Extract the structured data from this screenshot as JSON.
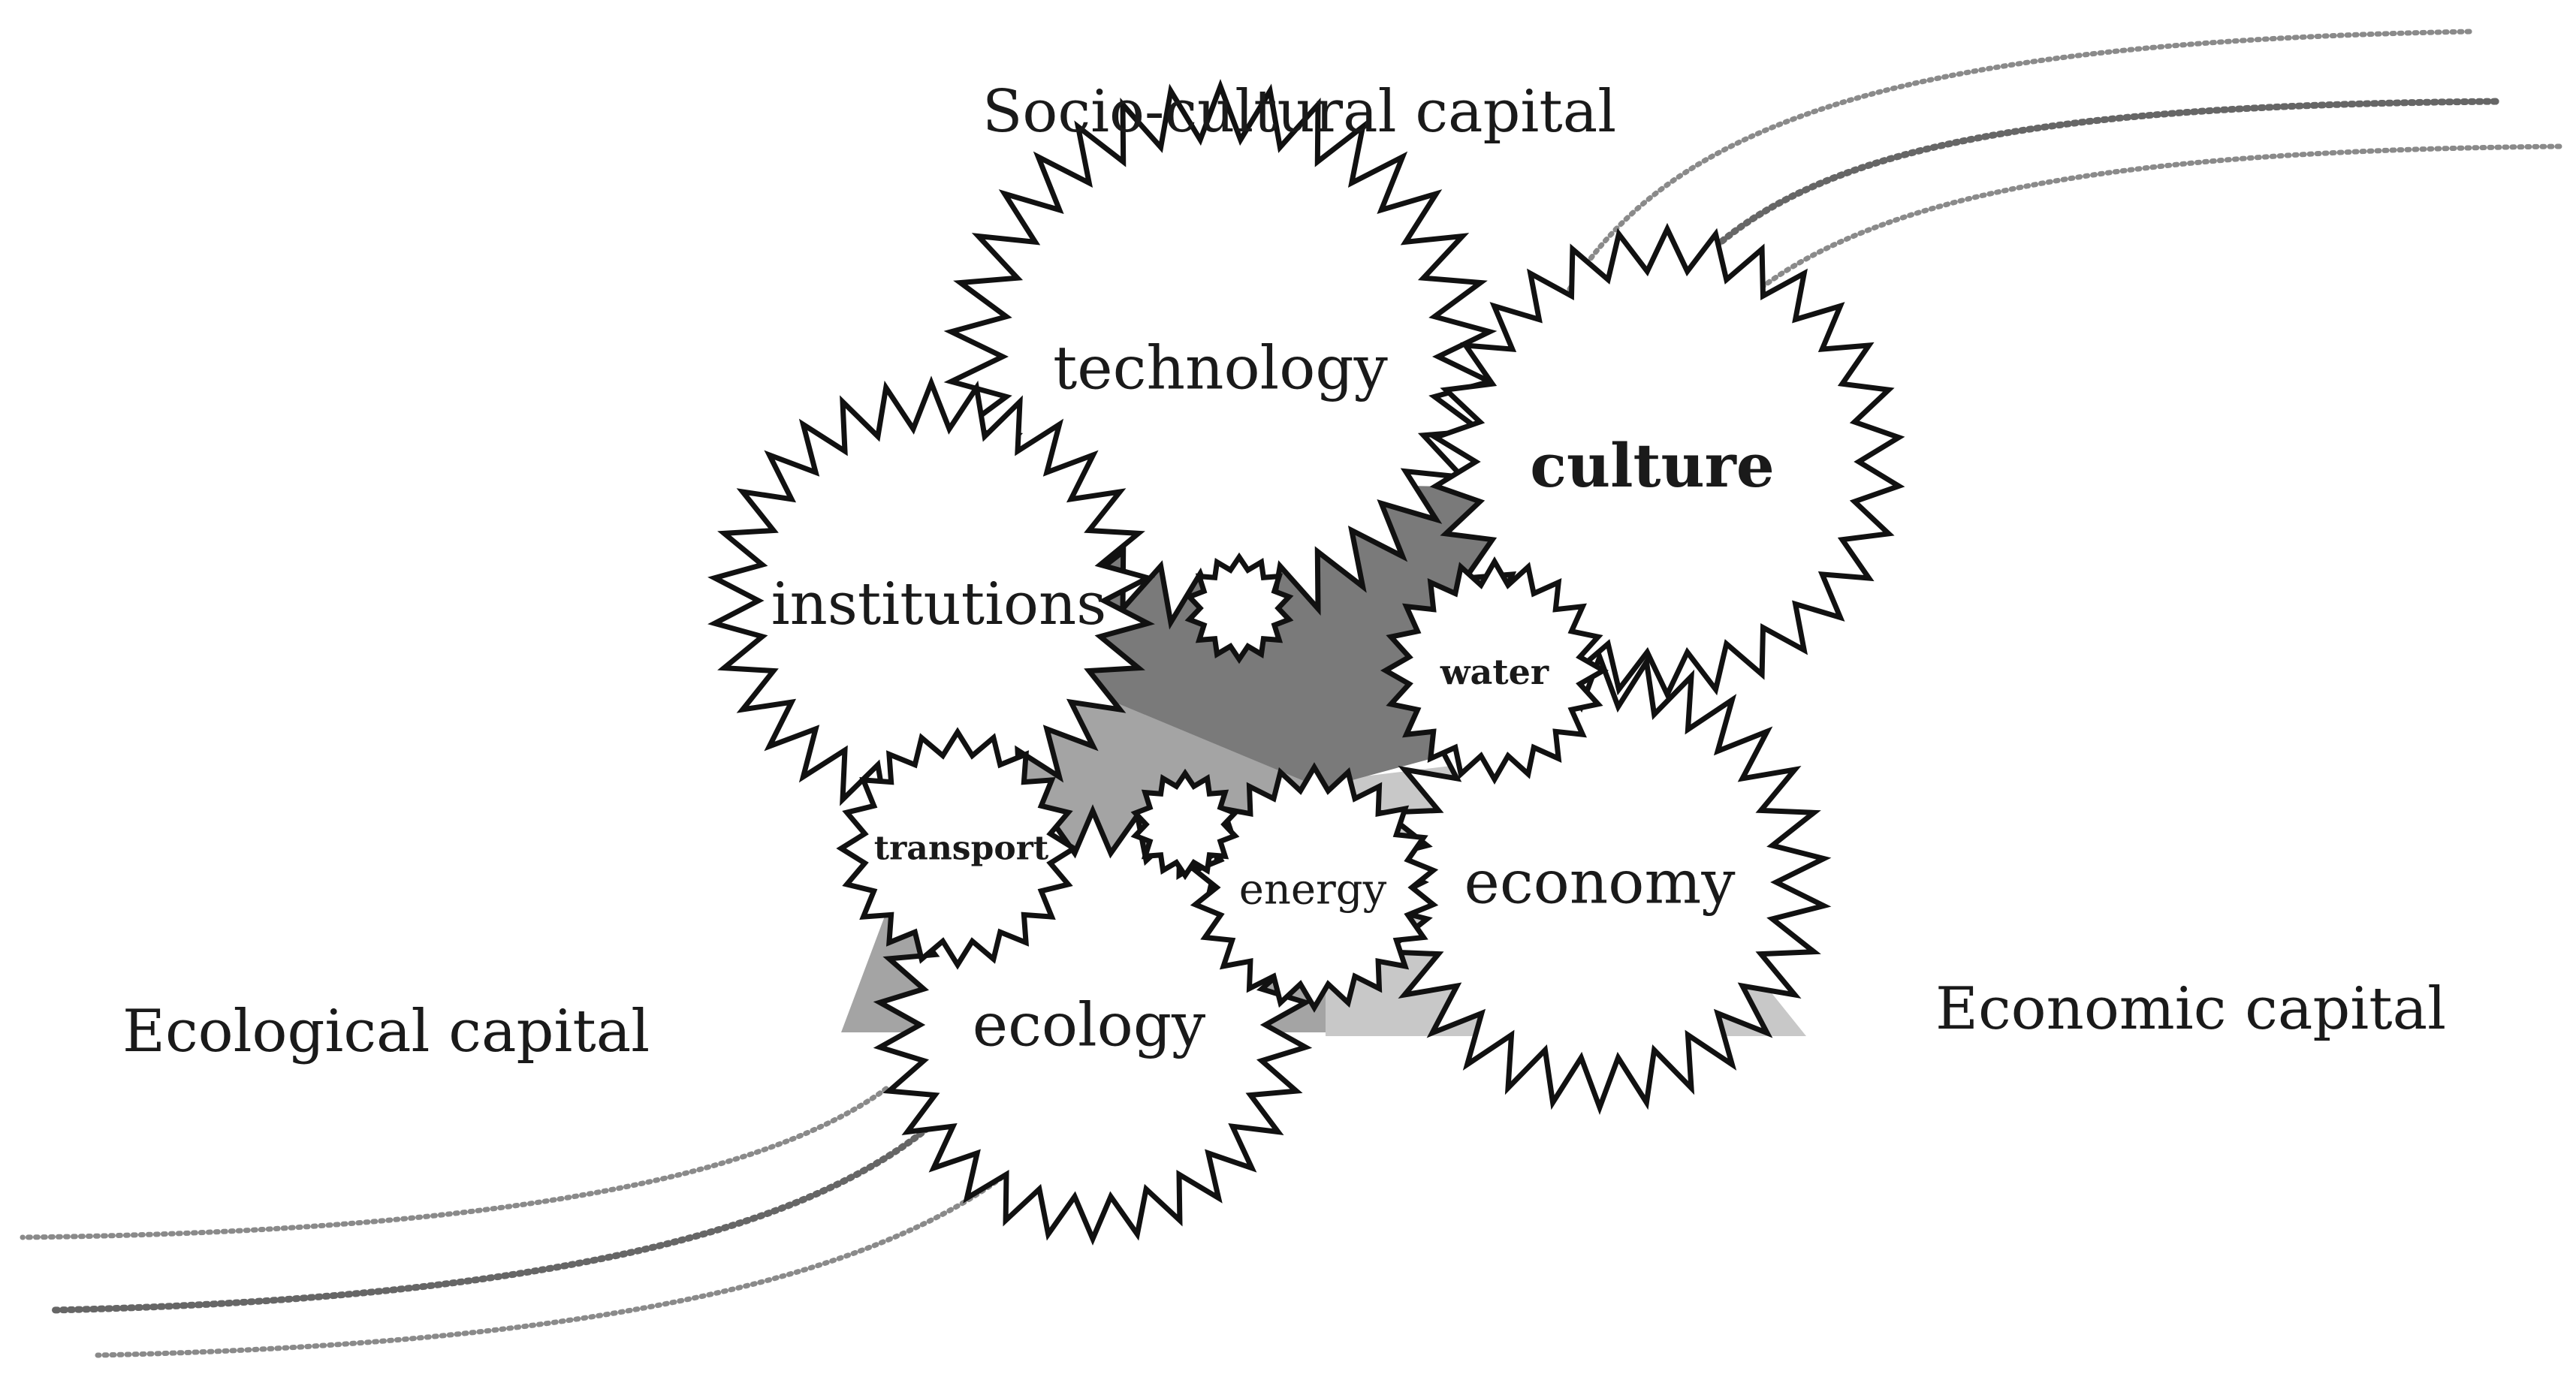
{
  "labels": {
    "socio_cultural": "Socio-cultural capital",
    "ecological": "Ecological capital",
    "economic": "Economic capital"
  },
  "gears": {
    "technology": "technology",
    "culture": "culture",
    "institutions": "institutions",
    "water": "water",
    "transport": "transport",
    "energy": "energy",
    "economy": "economy",
    "ecology": "ecology"
  },
  "colors": {
    "dark_triangle": "#7a7a7a",
    "mid_triangle": "#a4a4a4",
    "light_triangle": "#c8c8c8",
    "stream": "#8a8a8a"
  }
}
